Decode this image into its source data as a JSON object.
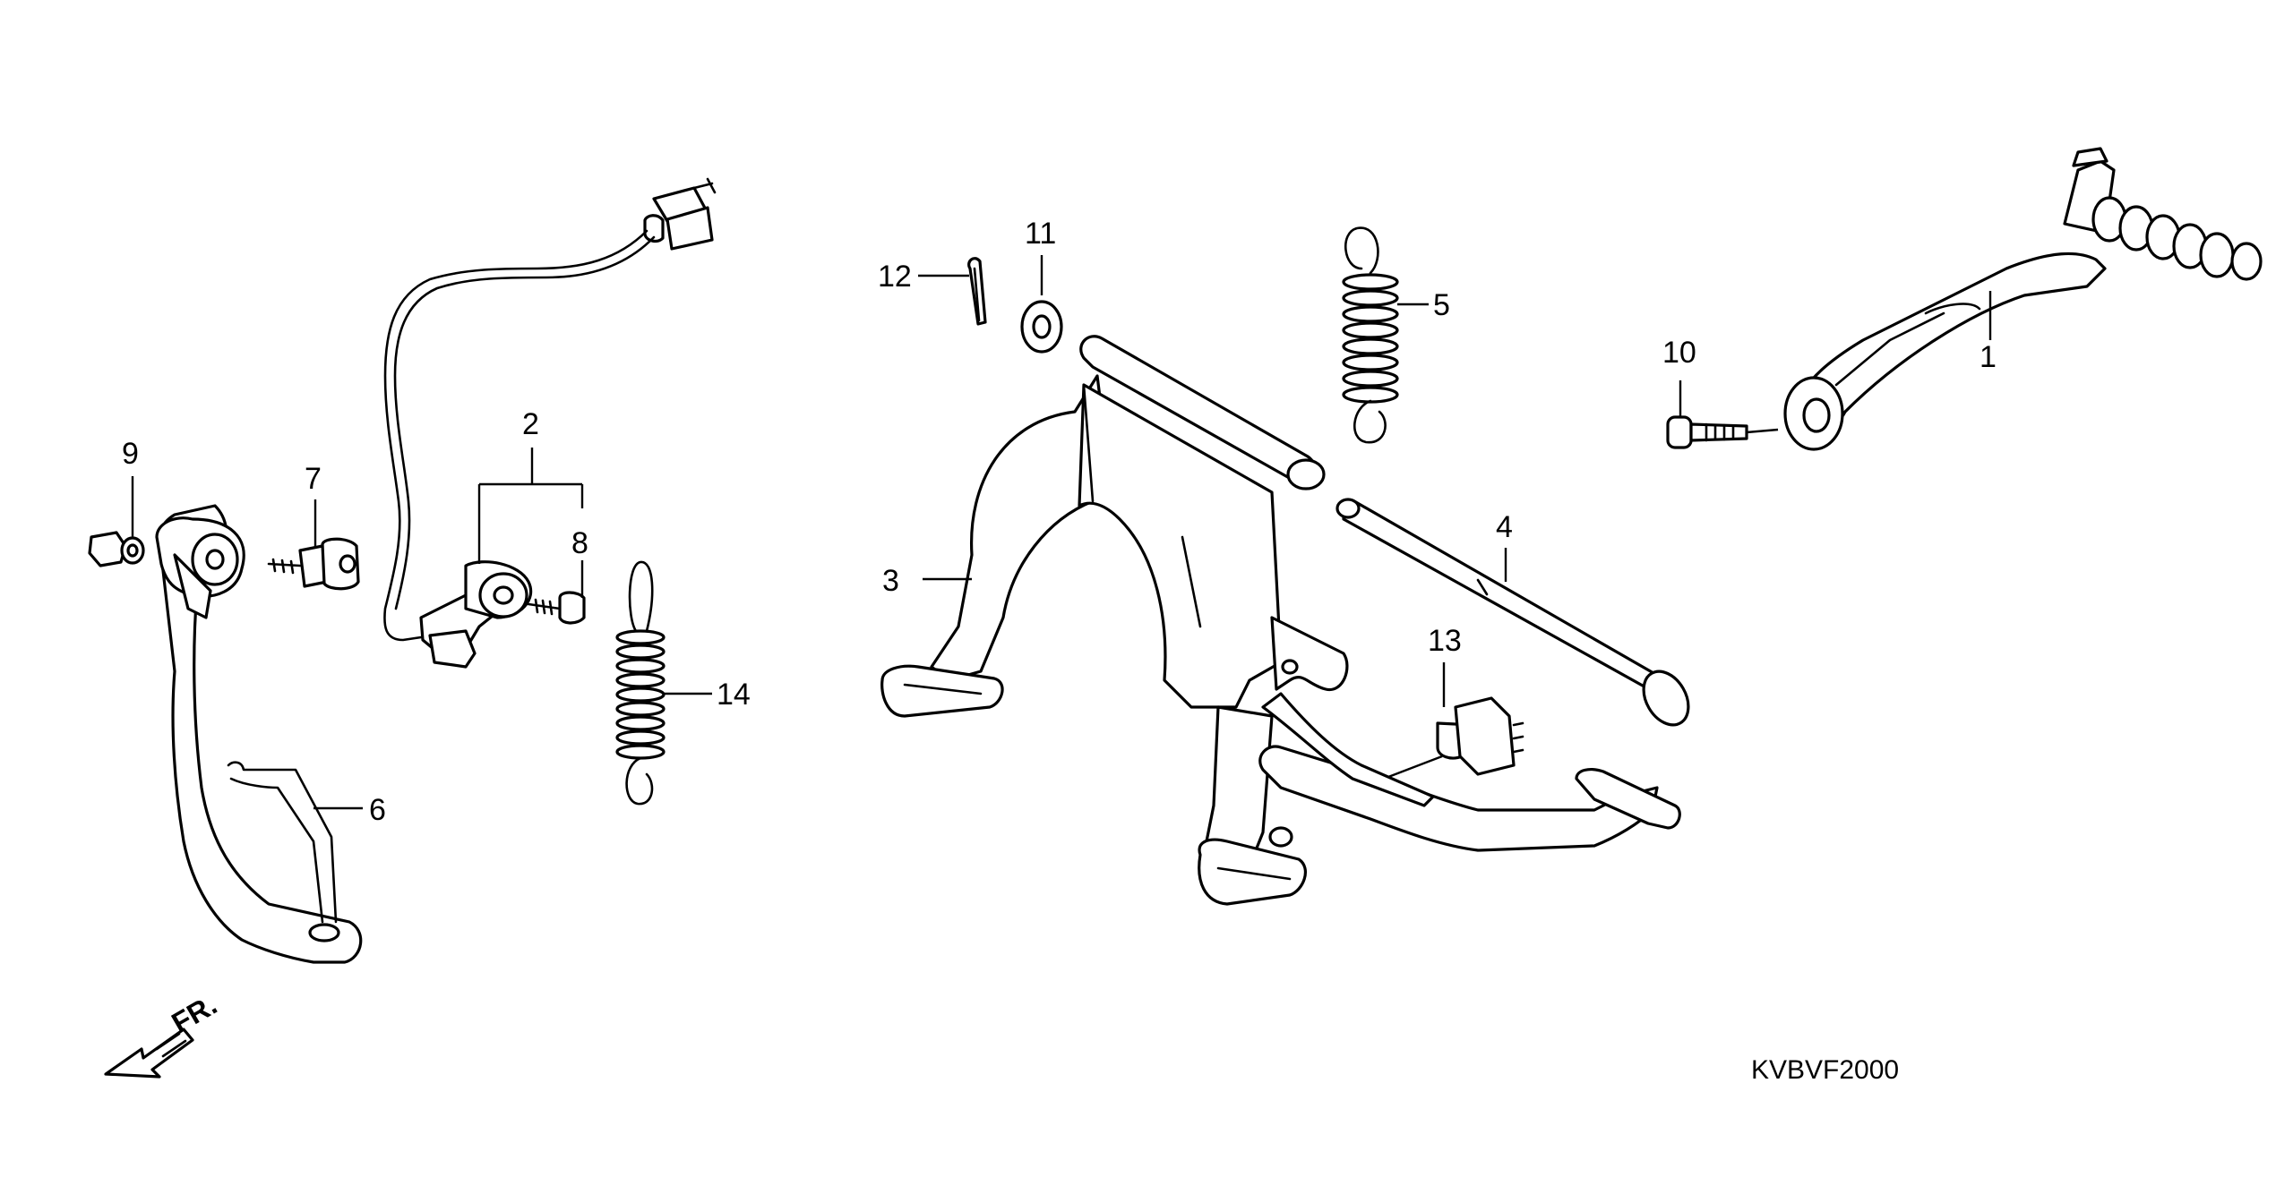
{
  "diagram": {
    "code": "KVBVF2000",
    "front_arrow_label": "FR.",
    "callouts": {
      "c1": "1",
      "c2": "2",
      "c3": "3",
      "c4": "4",
      "c5": "5",
      "c6": "6",
      "c7": "7",
      "c8": "8",
      "c9": "9",
      "c10": "10",
      "c11": "11",
      "c12": "12",
      "c13": "13",
      "c14": "14"
    }
  }
}
